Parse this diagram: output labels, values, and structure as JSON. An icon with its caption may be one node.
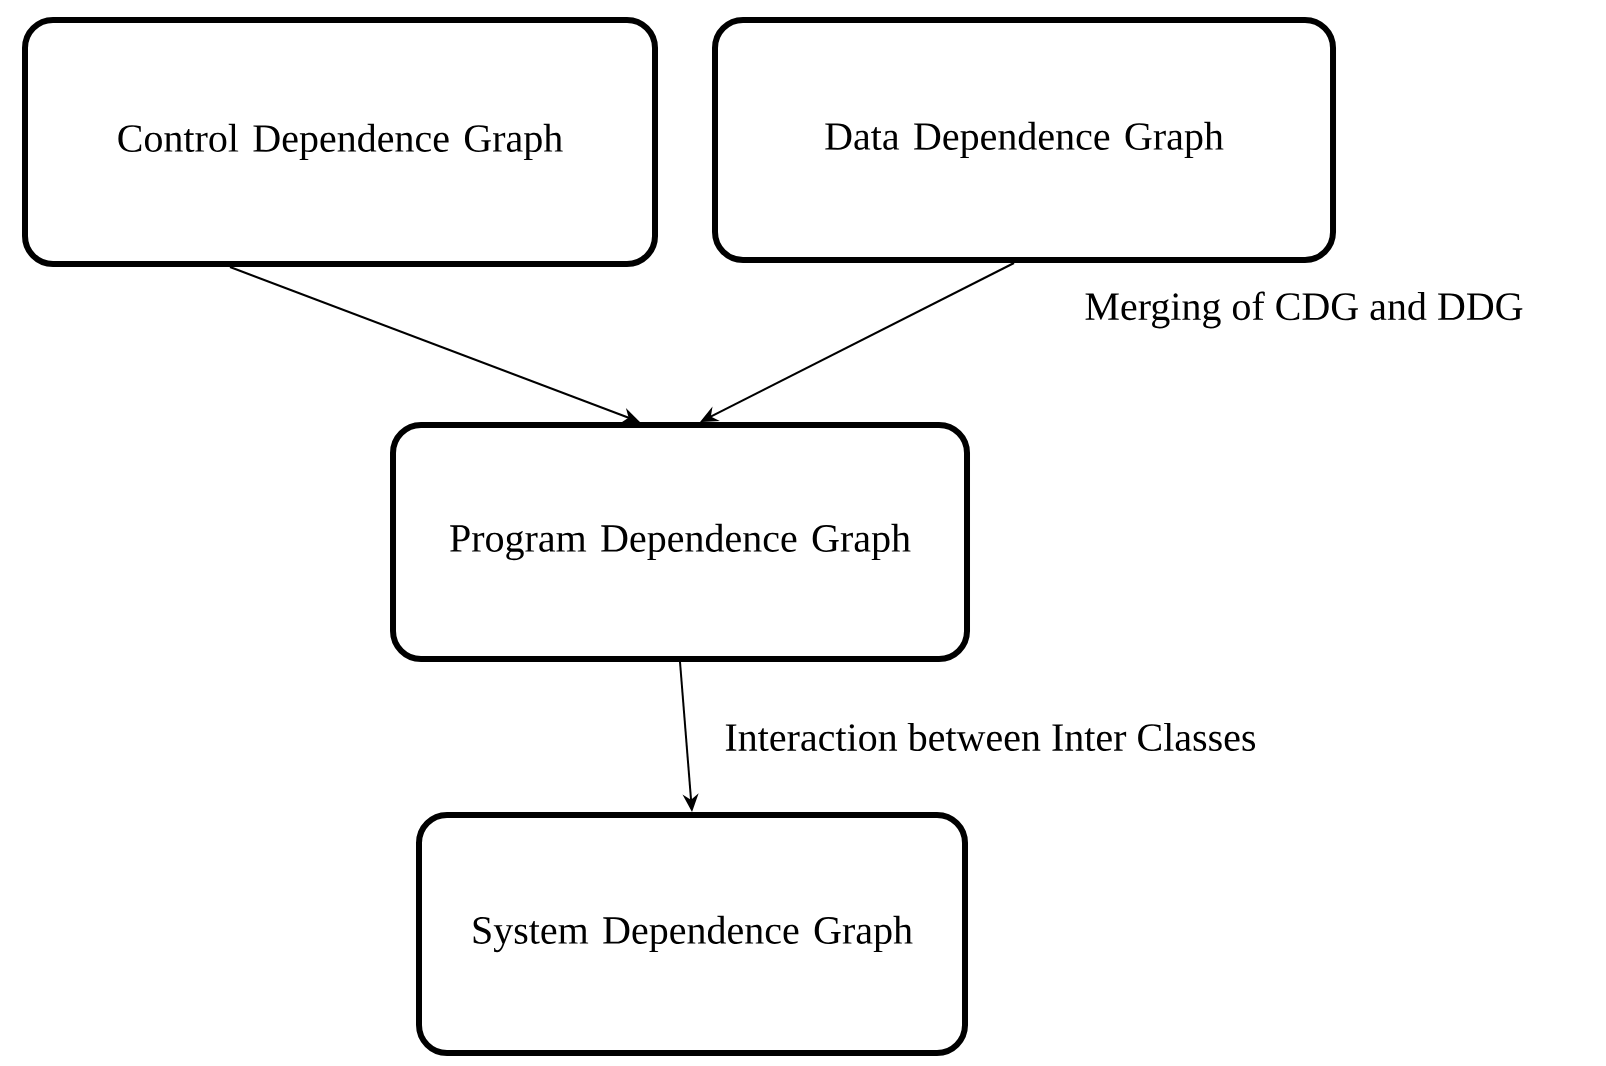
{
  "diagram": {
    "nodes": [
      {
        "text": [
          "Control Dependence Graph"
        ]
      },
      {
        "text": [
          "Data Dependence Graph"
        ]
      },
      {
        "text": [
          "Program Dependence Graph"
        ]
      },
      {
        "text": [
          "System Dependence Graph"
        ]
      }
    ],
    "edges": [
      {
        "from": 0,
        "to": 2,
        "arrow": "to"
      },
      {
        "from": 1,
        "to": 2,
        "arrow": "to"
      },
      {
        "from": 2,
        "to": 3,
        "arrow": "to",
        "label": "Interaction between Inter Classes"
      }
    ],
    "labels": [
      "Merging of CDG and DDG"
    ]
  }
}
